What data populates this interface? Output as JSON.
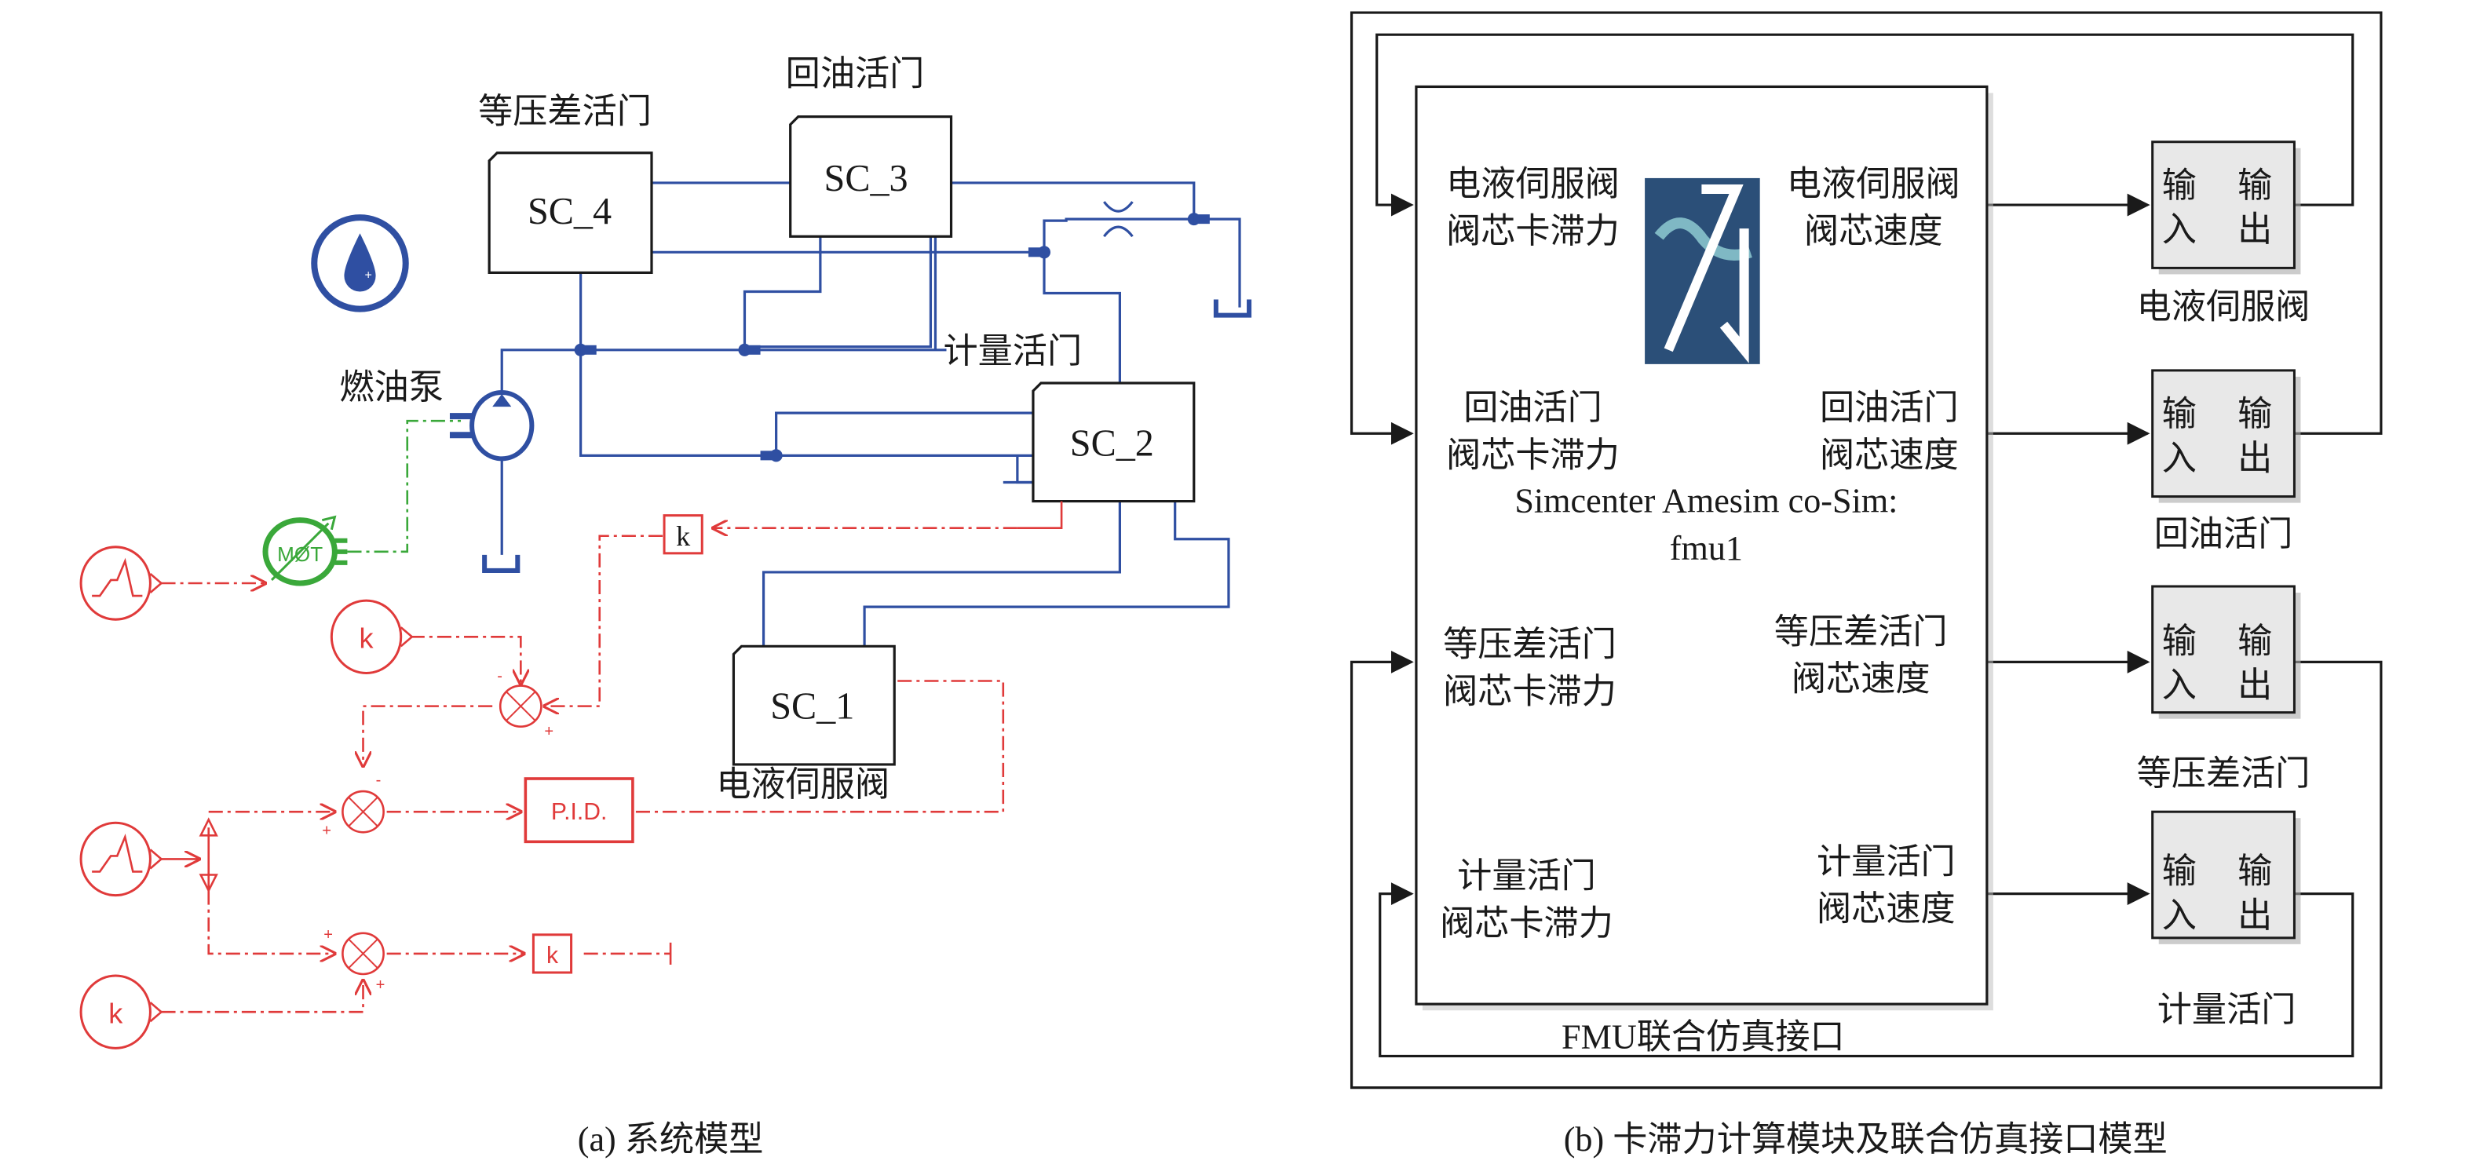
{
  "panel_a": {
    "caption": "(a) 系统模型",
    "blocks": [
      {
        "id": "SC_4",
        "label": "SC_4",
        "title": "等压差活门"
      },
      {
        "id": "SC_3",
        "label": "SC_3",
        "title": "回油活门"
      },
      {
        "id": "SC_2",
        "label": "SC_2",
        "title": "计量活门"
      },
      {
        "id": "SC_1",
        "label": "SC_1",
        "title": "电液伺服阀"
      }
    ],
    "pump_label": "燃油泵",
    "motor_label": "MØT",
    "pid_label": "P.I.D.",
    "gain_label": "k",
    "const_label": "k",
    "sum_signs": {
      "minus": "-",
      "plus": "+"
    },
    "colors": {
      "hydraulic": "#2f4fa2",
      "signal": "#e03a3a",
      "mechanical": "#3aa83a"
    }
  },
  "panel_b": {
    "caption": "(b) 卡滞力计算模块及联合仿真接口模型",
    "fmu": {
      "title_line1": "Simcenter Amesim co-Sim:",
      "title_line2": "fmu1",
      "footer": "FMU联合仿真接口",
      "inputs": [
        {
          "line1": "电液伺服阀",
          "line2": "阀芯卡滞力"
        },
        {
          "line1": "回油活门",
          "line2": "阀芯卡滞力"
        },
        {
          "line1": "等压差活门",
          "line2": "阀芯卡滞力"
        },
        {
          "line1": "计量活门",
          "line2": "阀芯卡滞力"
        }
      ],
      "outputs": [
        {
          "line1": "电液伺服阀",
          "line2": "阀芯速度"
        },
        {
          "line1": "回油活门",
          "line2": "阀芯速度"
        },
        {
          "line1": "等压差活门",
          "line2": "阀芯速度"
        },
        {
          "line1": "计量活门",
          "line2": "阀芯速度"
        }
      ],
      "logo_colors": {
        "bg": "#2b4f78",
        "wave": "#7fb8c4"
      }
    },
    "subsystems": [
      {
        "name": "电液伺服阀",
        "in1": "输",
        "in2": "入",
        "out1": "输",
        "out2": "出"
      },
      {
        "name": "回油活门",
        "in1": "输",
        "in2": "入",
        "out1": "输",
        "out2": "出"
      },
      {
        "name": "等压差活门",
        "in1": "输",
        "in2": "入",
        "out1": "输",
        "out2": "出"
      },
      {
        "name": "计量活门",
        "in1": "输",
        "in2": "入",
        "out1": "输",
        "out2": "出"
      }
    ]
  }
}
